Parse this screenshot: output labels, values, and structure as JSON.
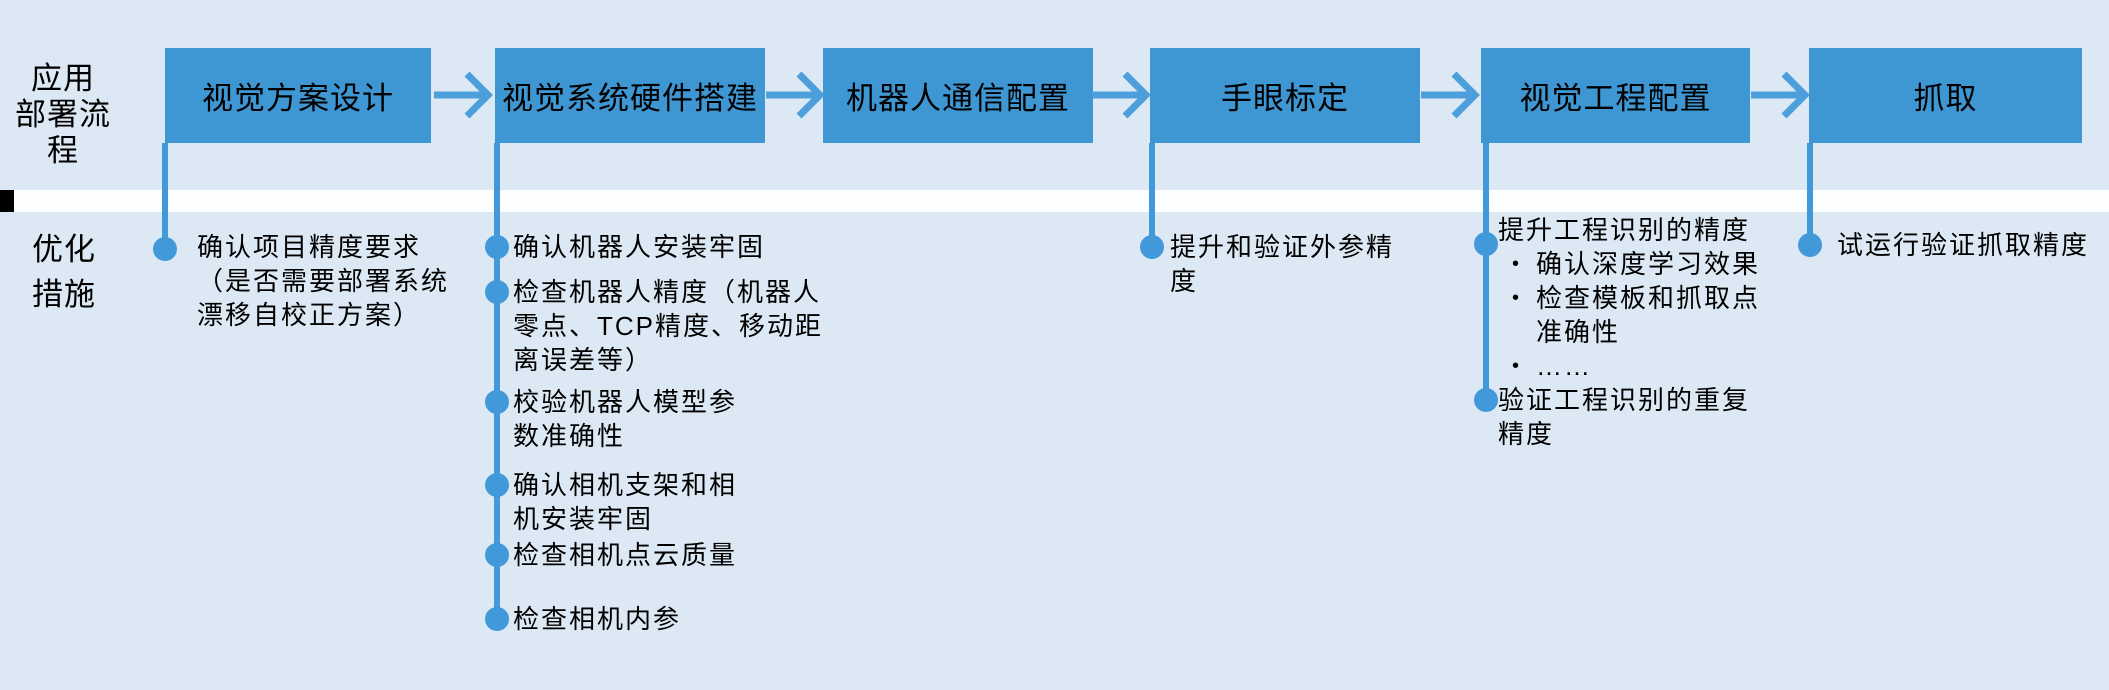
{
  "colors": {
    "background": "#dce9f4",
    "divider_stripe": "#fcfdfe",
    "step_box_blue": "#3e96d3",
    "connector_blue": "#4199da",
    "arrow_blue": "#4c9fdb",
    "text": "#000000",
    "edge_marker": "#000000"
  },
  "row_labels": {
    "flow": {
      "lines": [
        "应用",
        "部署流程"
      ]
    },
    "optimization": {
      "lines": [
        "优化",
        "措施"
      ]
    }
  },
  "flow_steps": [
    "视觉方案设计",
    "视觉系统硬件搭建",
    "机器人通信配置",
    "手眼标定",
    "视觉工程配置",
    "抓取"
  ],
  "arrow_icon": "right-arrow",
  "optimization_columns": [
    {
      "step": "视觉方案设计",
      "items": [
        {
          "lines": [
            "确认项目精度要求",
            "（是否需要部署系统",
            "漂移自校正方案）"
          ]
        }
      ]
    },
    {
      "step": "视觉系统硬件搭建",
      "items": [
        {
          "lines": [
            "确认机器人安装牢固"
          ]
        },
        {
          "lines": [
            "检查机器人精度（机器人",
            "零点、TCP精度、移动距",
            "离误差等）"
          ]
        },
        {
          "lines": [
            "校验机器人模型参",
            "数准确性"
          ]
        },
        {
          "lines": [
            "确认相机支架和相",
            "机安装牢固"
          ]
        },
        {
          "lines": [
            "检查相机点云质量"
          ]
        },
        {
          "lines": [
            "检查相机内参"
          ]
        }
      ]
    },
    {
      "step": "机器人通信配置",
      "items": []
    },
    {
      "step": "手眼标定",
      "items": [
        {
          "lines": [
            "提升和验证外参精",
            "度"
          ]
        }
      ]
    },
    {
      "step": "视觉工程配置",
      "items": [
        {
          "lines": [
            "提升工程识别的精度"
          ],
          "sub": [
            {
              "lines": [
                "确认深度学习效果"
              ]
            },
            {
              "lines": [
                "检查模板和抓取点",
                "准确性"
              ]
            },
            {
              "lines": [
                "……"
              ]
            }
          ]
        },
        {
          "lines": [
            "验证工程识别的重复",
            "精度"
          ]
        }
      ]
    },
    {
      "step": "抓取",
      "items": [
        {
          "lines": [
            "试运行验证抓取精度"
          ]
        }
      ]
    }
  ]
}
